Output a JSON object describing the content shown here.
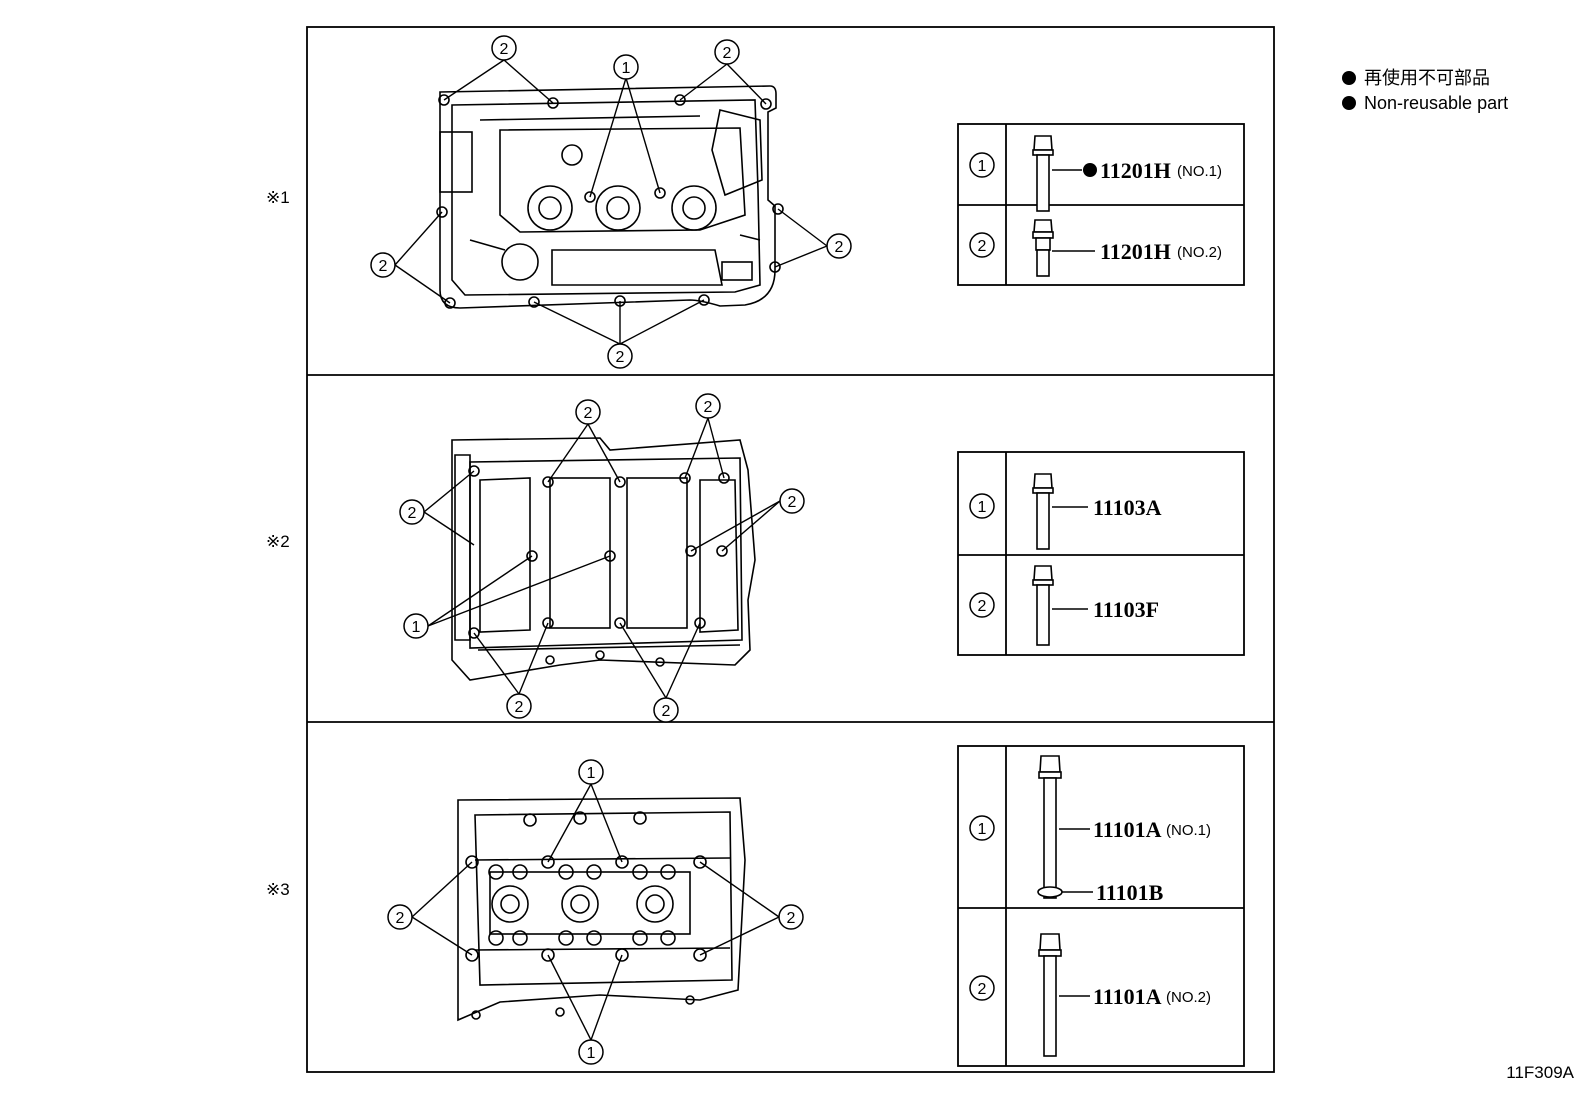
{
  "legend": {
    "line_ja": "再使用不可部品",
    "line_en": "Non-reusable part"
  },
  "figure_id": "11F309A",
  "sections": [
    {
      "mark": "※1",
      "callouts": {
        "one": "1",
        "two": "2"
      },
      "parts": [
        {
          "callout": "1",
          "non_reusable": true,
          "number": "11201H",
          "suffix": "(NO.1)"
        },
        {
          "callout": "2",
          "non_reusable": false,
          "number": "11201H",
          "suffix": "(NO.2)"
        }
      ]
    },
    {
      "mark": "※2",
      "callouts": {
        "one": "1",
        "two": "2"
      },
      "parts": [
        {
          "callout": "1",
          "non_reusable": false,
          "number": "11103A",
          "suffix": ""
        },
        {
          "callout": "2",
          "non_reusable": false,
          "number": "11103F",
          "suffix": ""
        }
      ]
    },
    {
      "mark": "※3",
      "callouts": {
        "one": "1",
        "two": "2"
      },
      "parts": [
        {
          "callout": "1",
          "non_reusable": false,
          "number": "11101A",
          "suffix": "(NO.1)",
          "extra_number": "11101B"
        },
        {
          "callout": "2",
          "non_reusable": false,
          "number": "11101A",
          "suffix": "(NO.2)"
        }
      ]
    }
  ]
}
